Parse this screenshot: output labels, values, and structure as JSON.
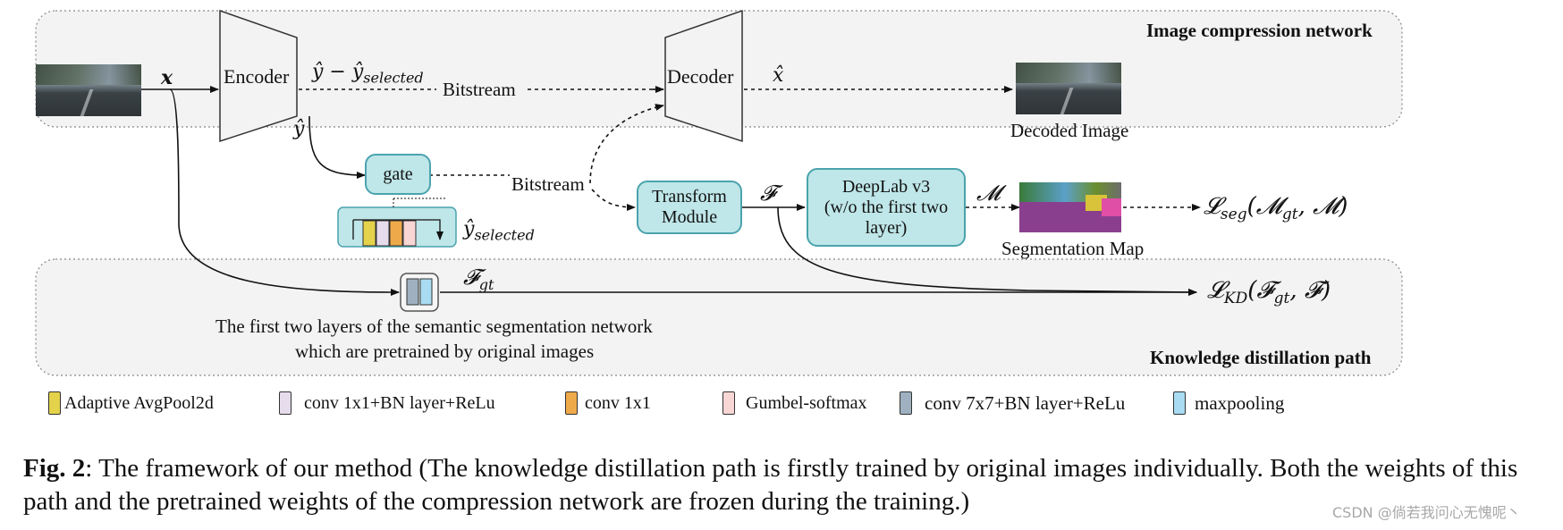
{
  "panels": {
    "compression_title": "Image compression network",
    "distillation_title": "Knowledge distillation path"
  },
  "blocks": {
    "encoder": "Encoder",
    "decoder": "Decoder",
    "gate": "gate",
    "transform": "Transform\nModule",
    "deeplab": "DeepLab v3\n(w/o the first two\nlayer)"
  },
  "labels": {
    "x": "x",
    "y_diff": "ŷ − ŷ",
    "y_diff_sub": "selected",
    "bitstream_top": "Bitstream",
    "bitstream_mid": "Bitstream",
    "x_hat": "x̂",
    "y_hat": "ŷ",
    "y_selected": "ŷ",
    "y_selected_sub": "selected",
    "F": "𝓕",
    "M": "𝓜",
    "F_gt": "𝓕",
    "F_gt_sub": "gt",
    "decoded_image": "Decoded Image",
    "segmentation_map": "Segmentation Map",
    "loss_seg": "𝓛",
    "loss_seg_sub": "seg",
    "loss_seg_args": "(𝓜",
    "loss_seg_args_sub": "gt",
    "loss_seg_args_end": ", 𝓜)",
    "loss_kd": "𝓛",
    "loss_kd_sub": "KD",
    "loss_kd_args": "(𝓕",
    "loss_kd_args_sub": "gt",
    "loss_kd_args_end": ", 𝓕)",
    "kd_desc_1": "The first two layers of the semantic segmentation network",
    "kd_desc_2": "which are pretrained by original images"
  },
  "legend": [
    {
      "label": "Adaptive AvgPool2d",
      "color": "#e3d24a"
    },
    {
      "label": "conv 1x1+BN layer+ReLu",
      "color": "#e6dcec"
    },
    {
      "label": "conv 1x1",
      "color": "#eeaa4a"
    },
    {
      "label": "Gumbel-softmax",
      "color": "#f7d6d4"
    },
    {
      "label": "conv 7x7+BN layer+ReLu",
      "color": "#9fb1c0"
    },
    {
      "label": "maxpooling",
      "color": "#a9dcf2"
    }
  ],
  "caption": {
    "fig": "Fig. 2",
    "text": ": The framework of our method (The knowledge distillation path is firstly trained by original images individually. Both the weights of this path and the pretrained weights of the compression network are frozen during the training.)"
  },
  "watermark": "CSDN @倘若我问心无愧呢丶"
}
